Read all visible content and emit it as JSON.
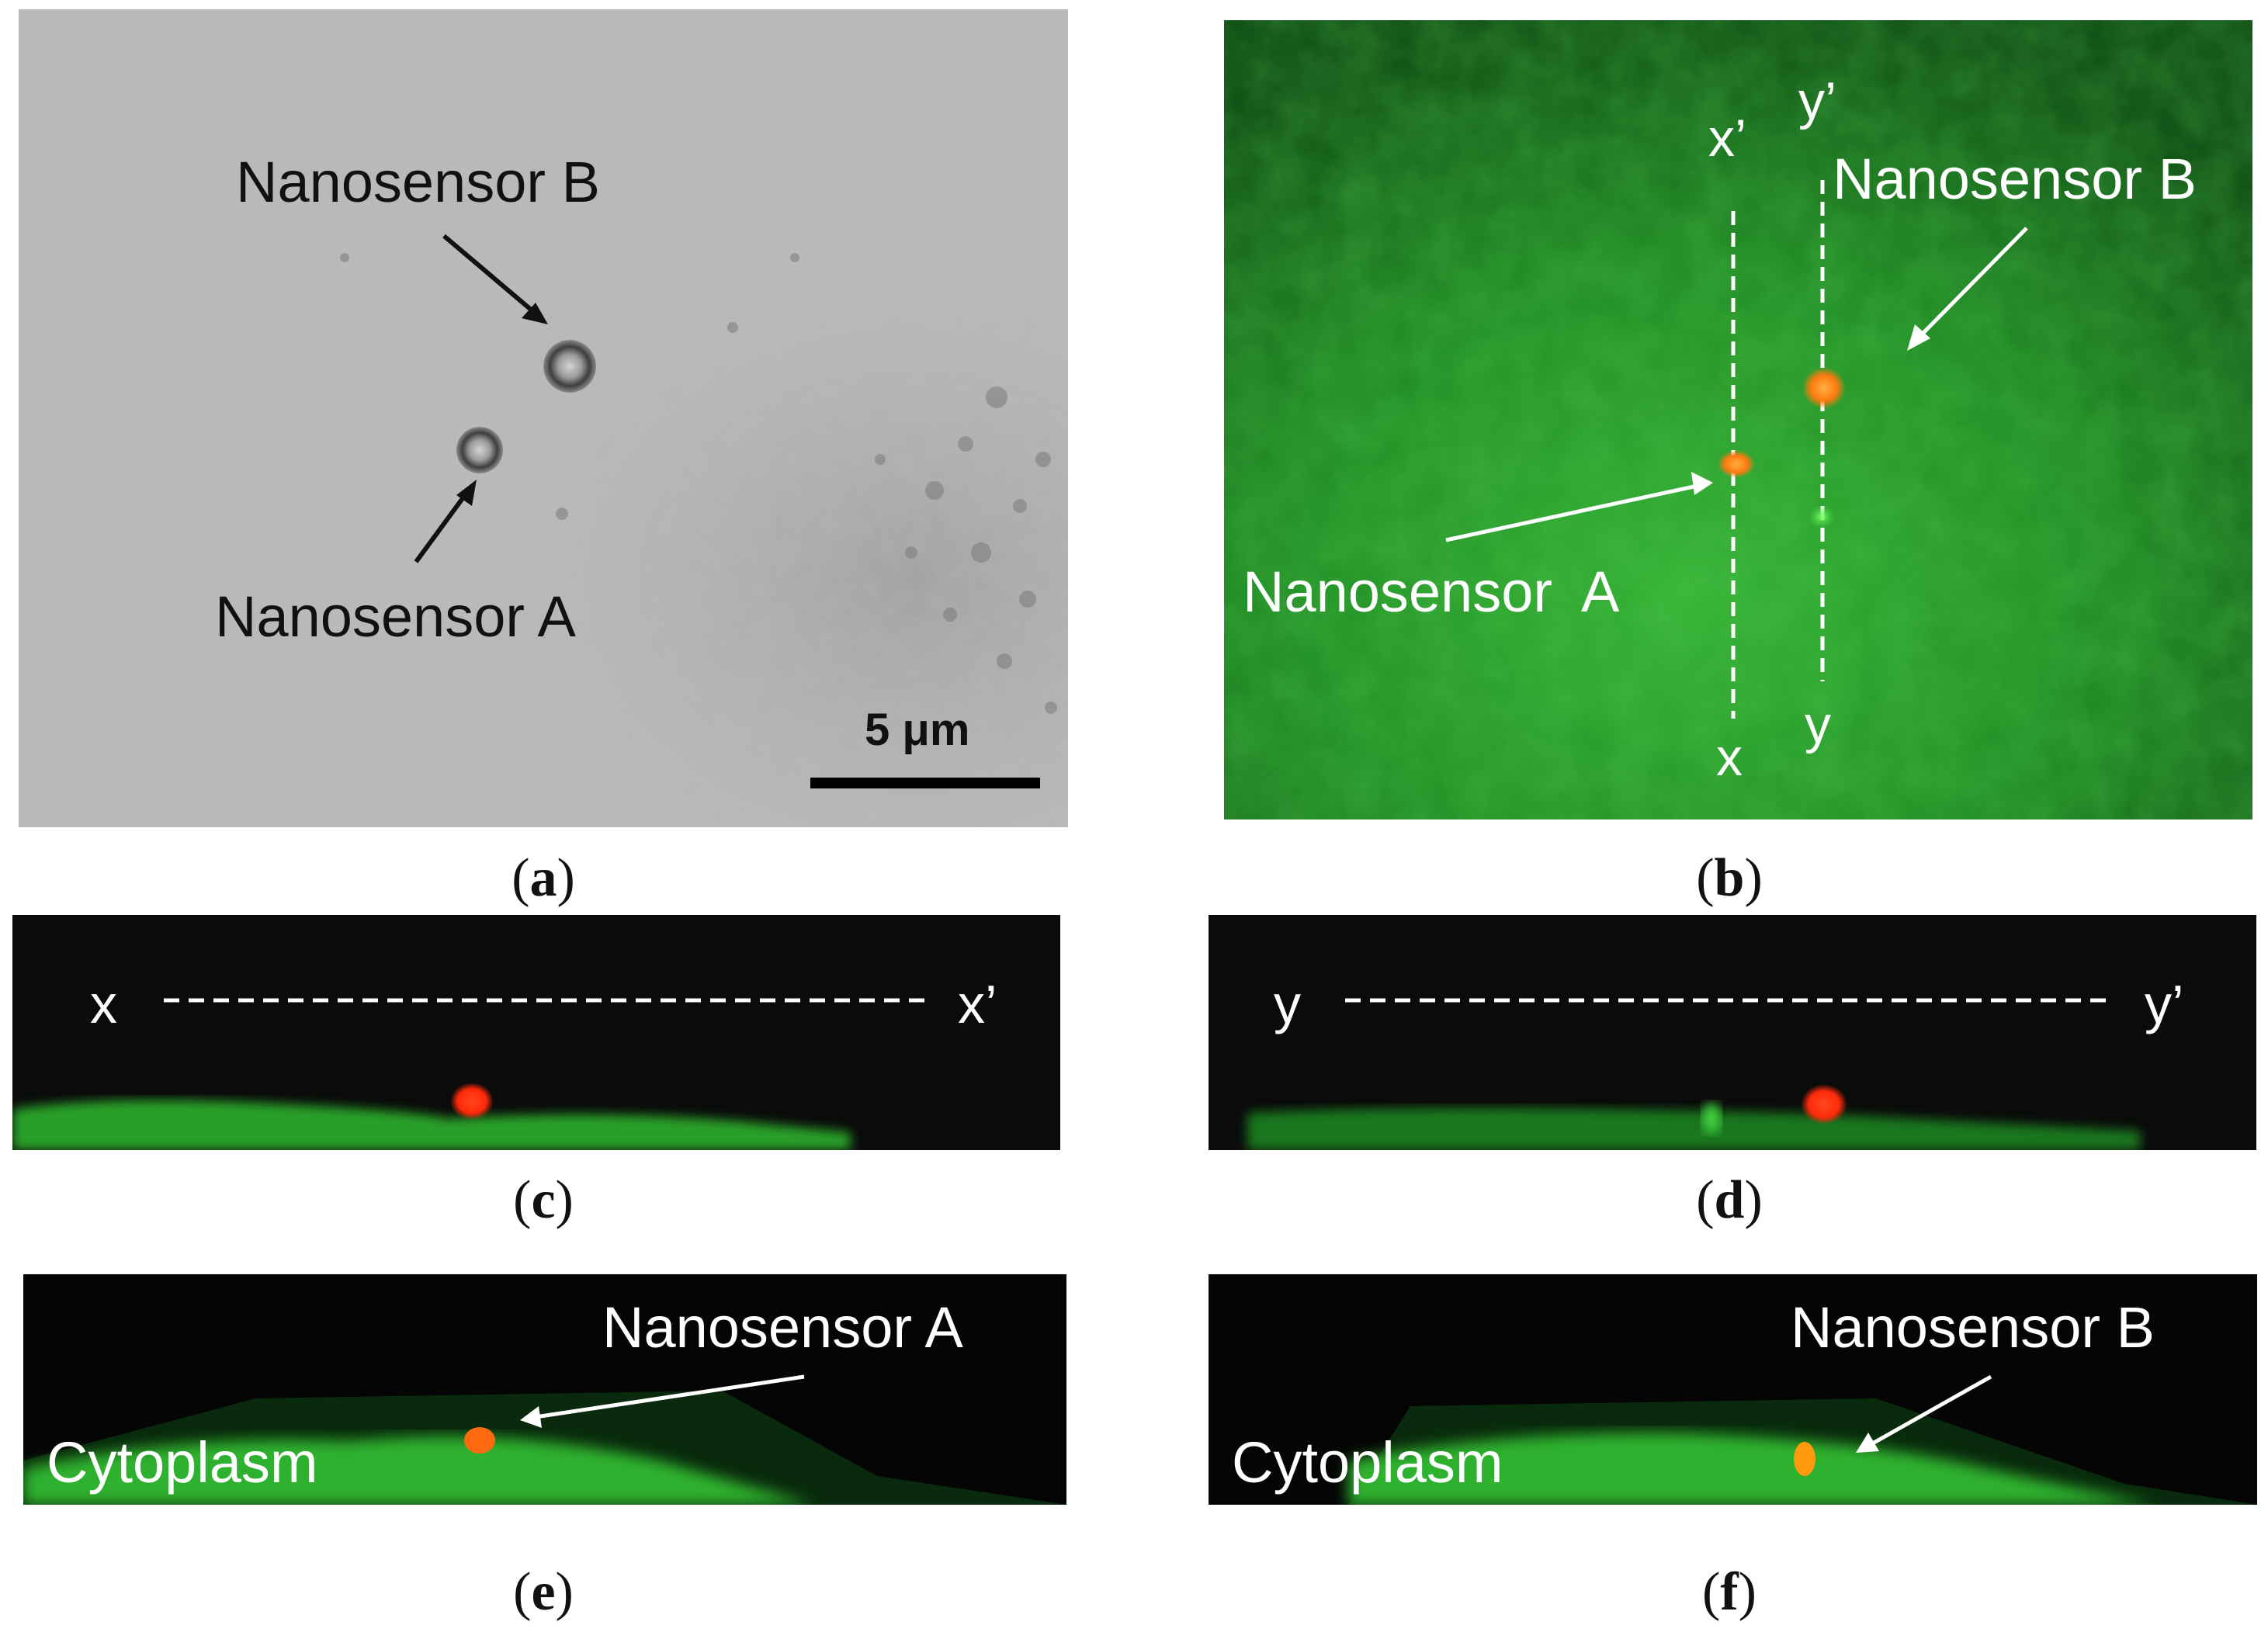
{
  "panels": {
    "a": {
      "caption": "a",
      "label_top": "Nanosensor B",
      "label_bottom": "Nanosensor A",
      "scale_bar": "5 μm"
    },
    "b": {
      "caption": "b",
      "label_right": "Nanosensor B",
      "label_left": "Nanosensor  A",
      "line1_top": "x’",
      "line1_bottom": "x",
      "line2_top": "y’",
      "line2_bottom": "y"
    },
    "c": {
      "caption": "c",
      "left_mark": "x",
      "right_mark": "x’"
    },
    "d": {
      "caption": "d",
      "left_mark": "y",
      "right_mark": "y’"
    },
    "e": {
      "caption": "e",
      "label_sensor": "Nanosensor A",
      "label_region": "Cytoplasm"
    },
    "f": {
      "caption": "f",
      "label_sensor": "Nanosensor B",
      "label_region": "Cytoplasm"
    }
  },
  "colors": {
    "brightfield_gray": "#b9b9b9",
    "fluorescence_green": "#25a12a",
    "sensor_orange": "#ff7a10",
    "sensor_red": "#ff2a0a",
    "dark_background": "#0b0b0b"
  }
}
